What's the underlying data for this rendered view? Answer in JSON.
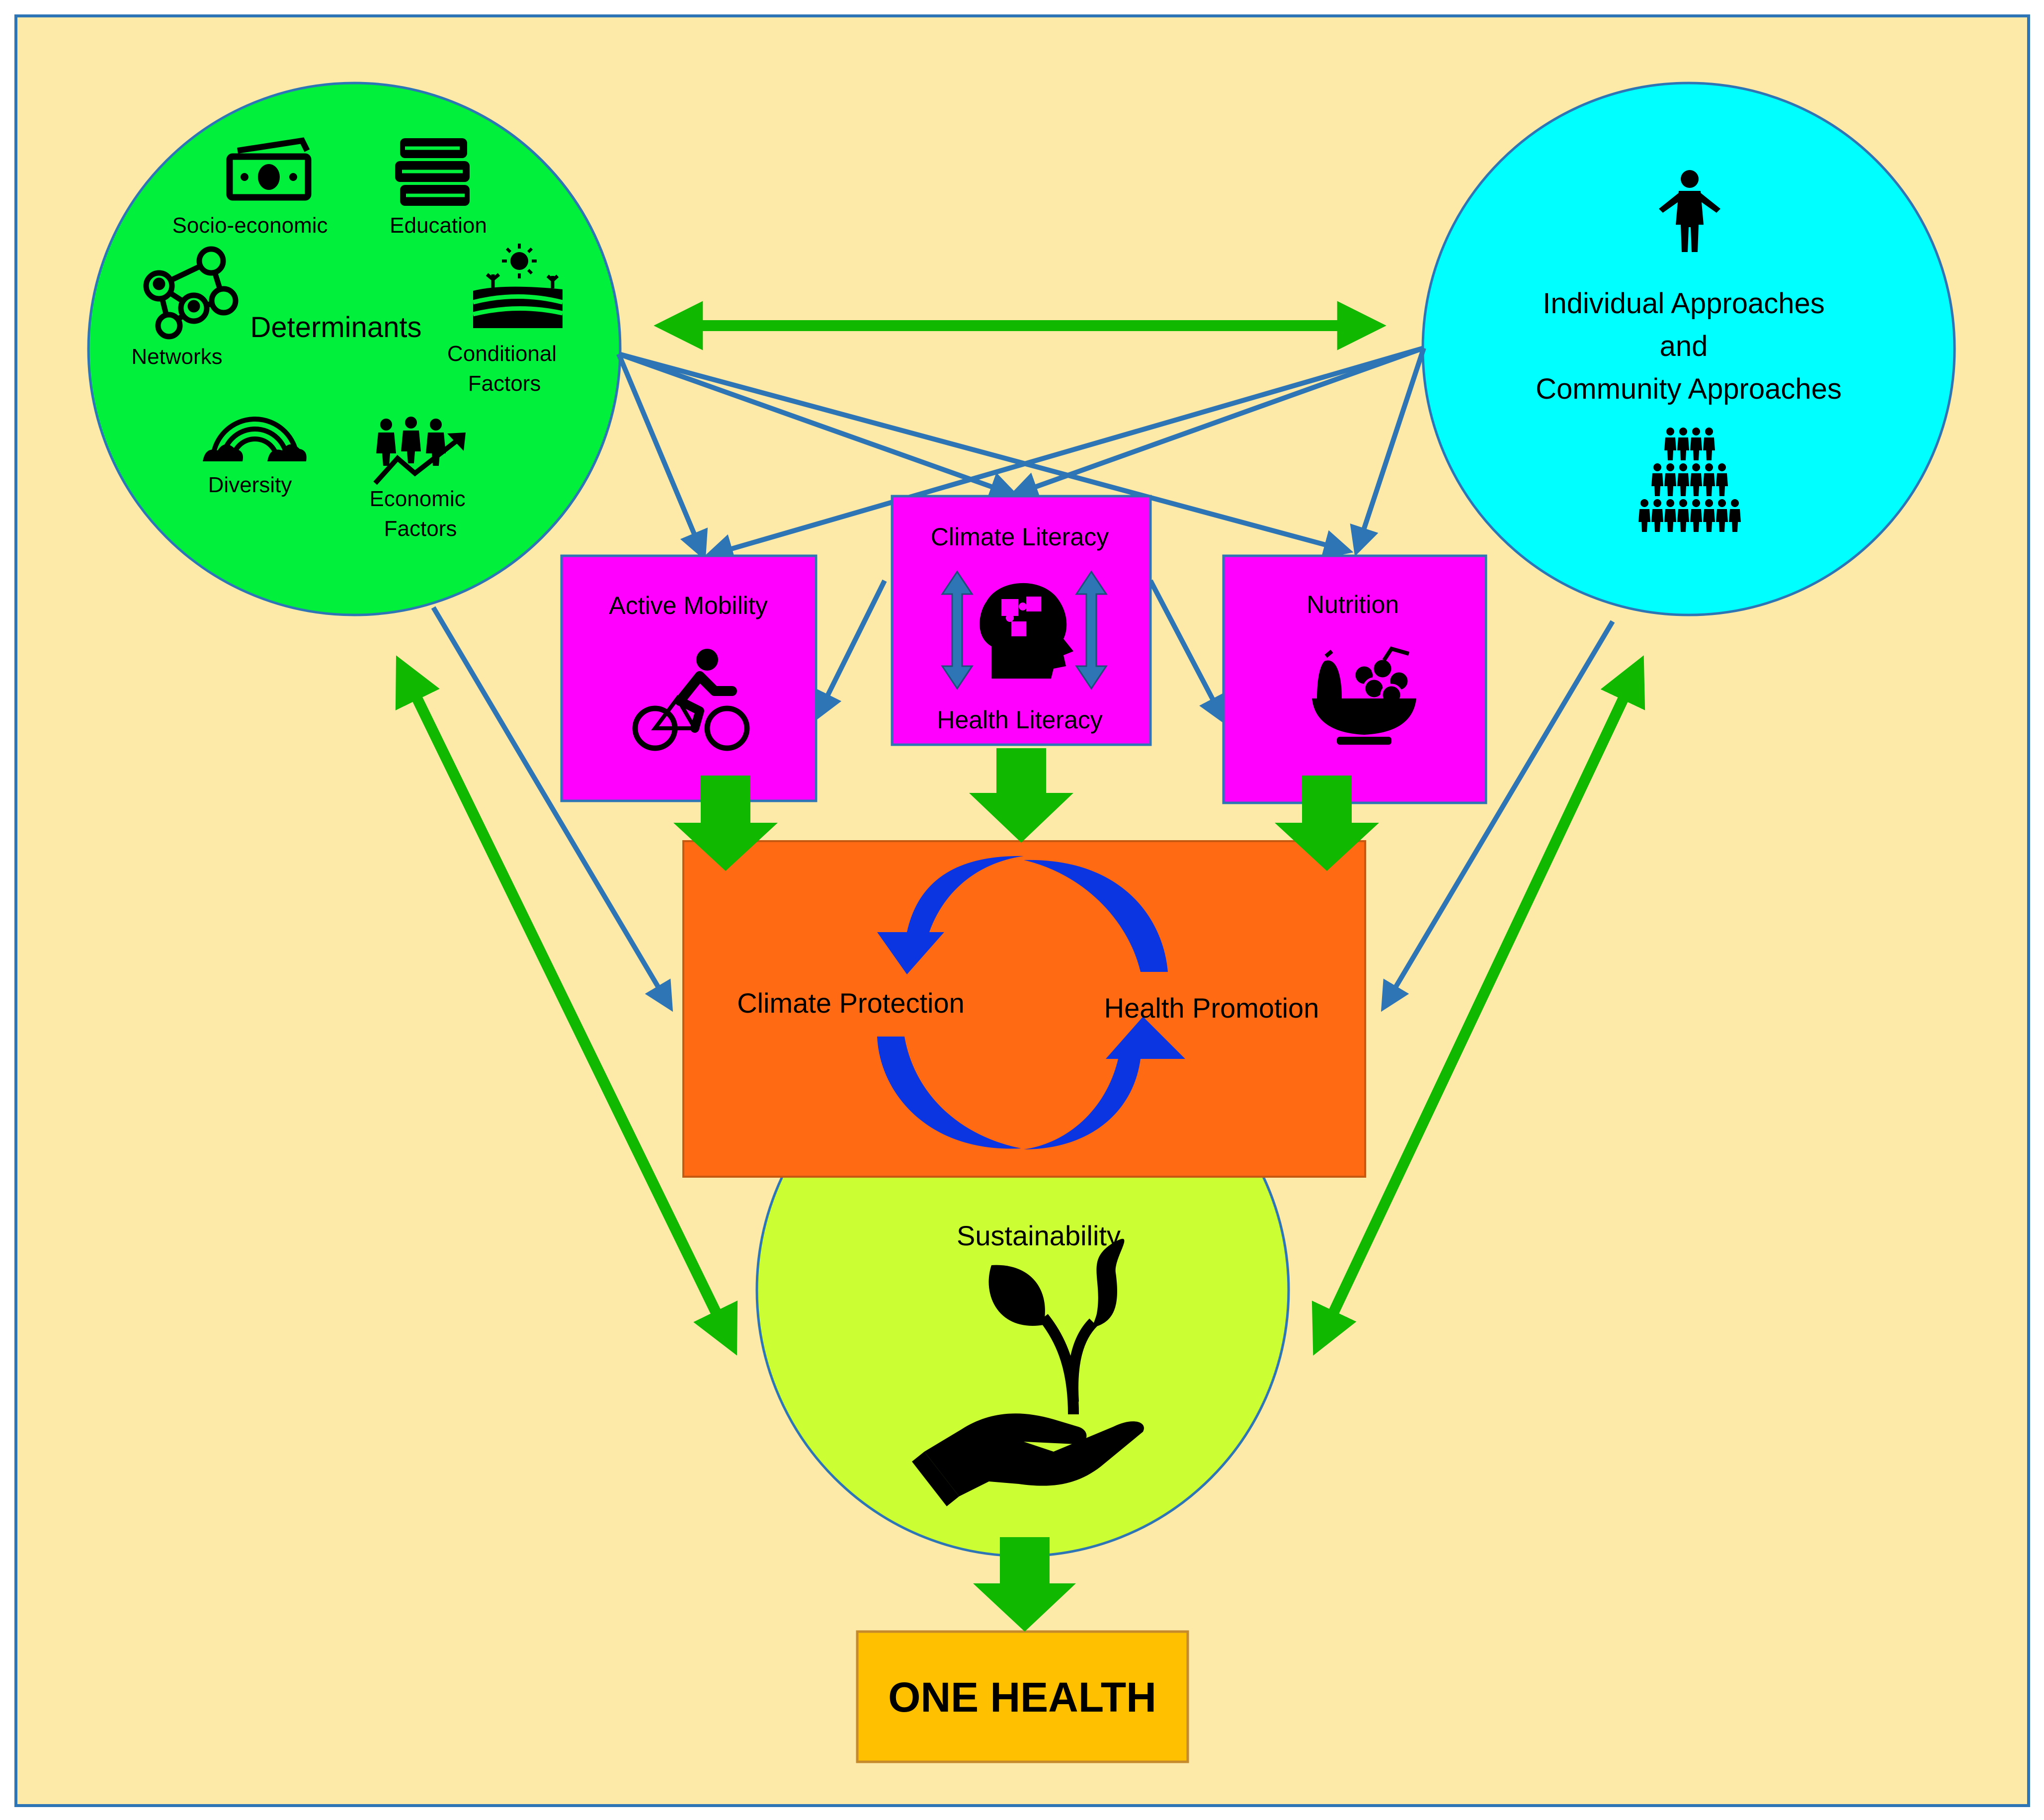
{
  "colors": {
    "background": "#FDEAA8",
    "frame": "#2E75B6",
    "determinants_circle": "#00F03C",
    "approaches_circle": "#00FFFF",
    "factor_box": "#FF00FF",
    "center_box": "#FF6A13",
    "sustainability_circle": "#CCFF33",
    "one_health_box": "#FFC000",
    "green_arrow": "#10B900",
    "blue_arrow": "#2E75B6",
    "cycle_arrow": "#0A35E0"
  },
  "determinants": {
    "title": "Determinants",
    "items": [
      {
        "label": "Socio-economic",
        "icon": "money-icon"
      },
      {
        "label": "Education",
        "icon": "books-icon"
      },
      {
        "label": "Networks",
        "icon": "network-icon"
      },
      {
        "label_line1": "Conditional",
        "label_line2": "Factors",
        "icon": "landscape-icon"
      },
      {
        "label": "Diversity",
        "icon": "rainbow-icon"
      },
      {
        "label_line1": "Economic",
        "label_line2": "Factors",
        "icon": "growth-people-icon"
      }
    ]
  },
  "approaches": {
    "line1": "Individual Approaches",
    "line2": "and",
    "line3": "Community Approaches",
    "icons": [
      "person-icon",
      "community-pyramid-icon"
    ]
  },
  "factors": {
    "active_mobility": {
      "label": "Active Mobility",
      "icon": "cyclist-icon"
    },
    "literacy": {
      "top_label": "Climate Literacy",
      "bottom_label": "Health Literacy",
      "icon": "head-puzzle-icon"
    },
    "nutrition": {
      "label": "Nutrition",
      "icon": "fruit-bowl-icon"
    }
  },
  "cycle": {
    "left_label": "Climate Protection",
    "right_label": "Health Promotion",
    "icon": "cycle-arrows-icon"
  },
  "sustainability": {
    "label": "Sustainability",
    "icon": "hand-plant-icon"
  },
  "outcome": {
    "label": "ONE HEALTH"
  }
}
